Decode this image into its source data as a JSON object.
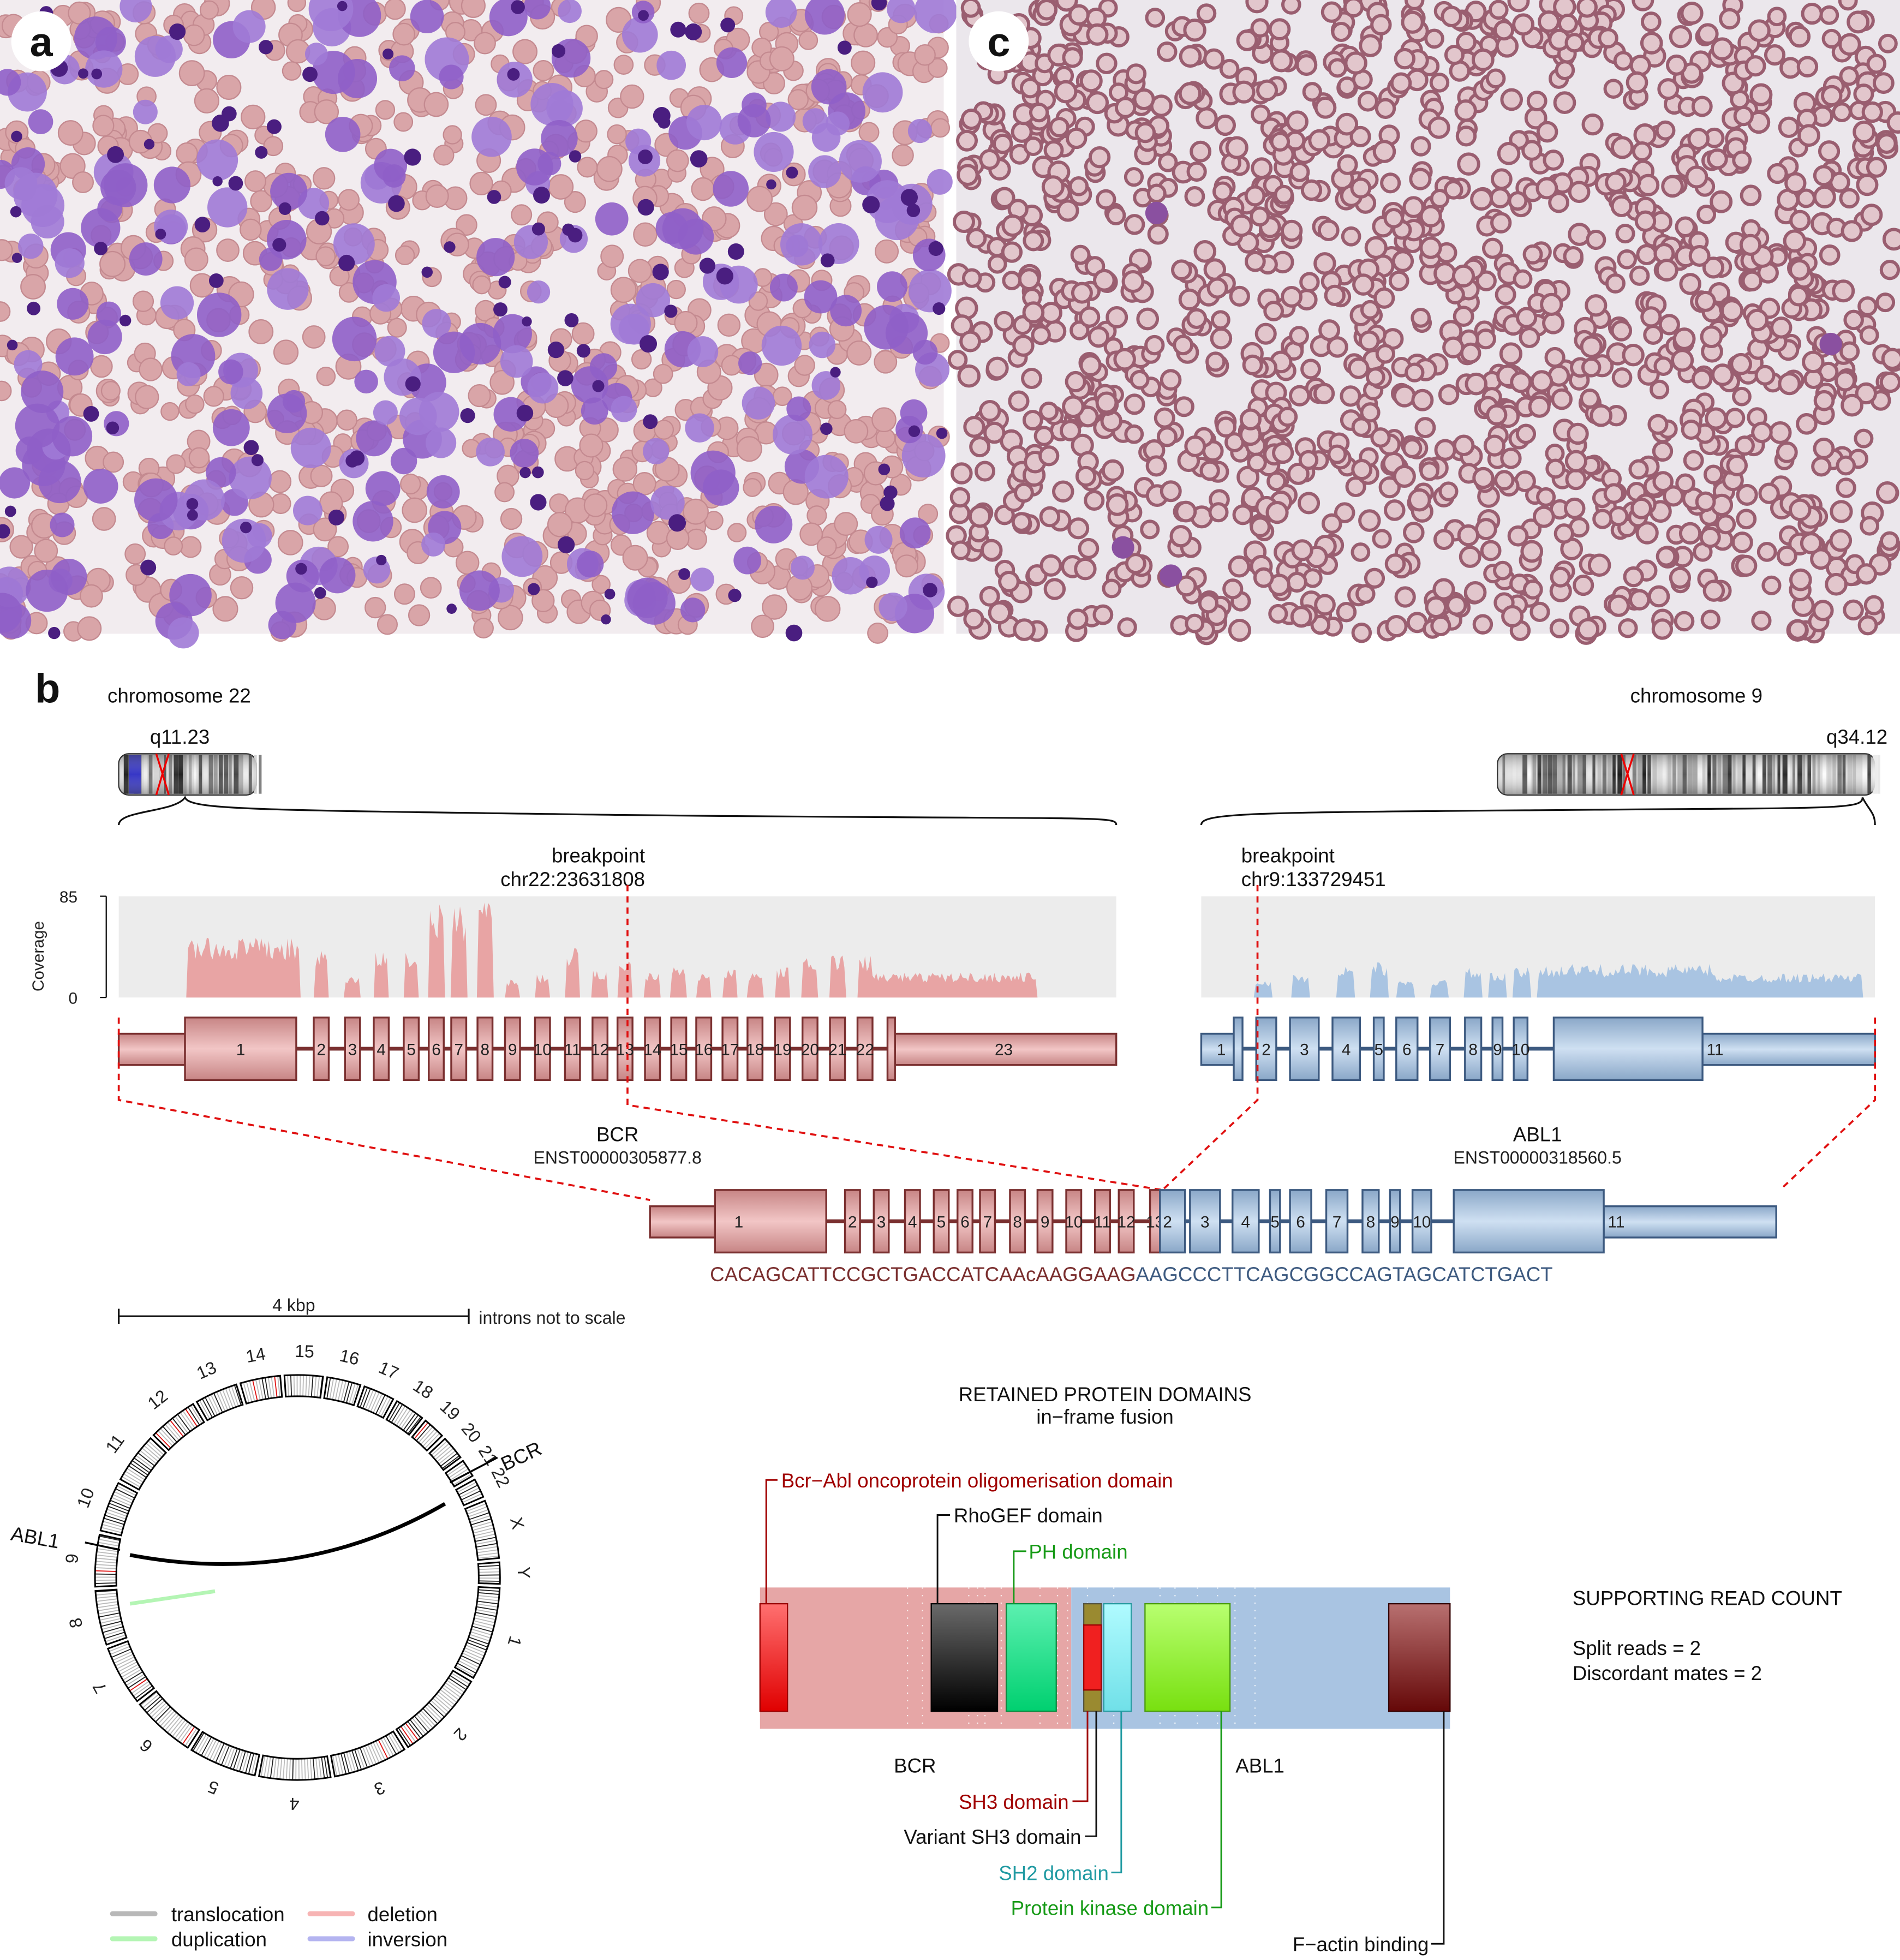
{
  "panels": {
    "a": "a",
    "b": "b",
    "c": "c"
  },
  "chromosomes": {
    "left_title": "chromosome 22",
    "left_band": "q11.23",
    "right_title": "chromosome 9",
    "right_band": "q34.12"
  },
  "breakpoints": {
    "label": "breakpoint",
    "left": "chr22:23631808",
    "right": "chr9:133729451"
  },
  "coverage": {
    "axis_label": "Coverage",
    "max_tick": "85",
    "min_tick": "0"
  },
  "genes": {
    "bcr": {
      "name": "BCR",
      "transcript": "ENST00000305877.8",
      "exons": [
        "1",
        "2",
        "3",
        "4",
        "5",
        "6",
        "7",
        "8",
        "9",
        "10",
        "11",
        "12",
        "13",
        "14",
        "15",
        "16",
        "17",
        "18",
        "19",
        "20",
        "21",
        "22",
        "23"
      ]
    },
    "abl1": {
      "name": "ABL1",
      "transcript": "ENST00000318560.5",
      "exons": [
        "1",
        "2",
        "3",
        "4",
        "5",
        "6",
        "7",
        "8",
        "9",
        "10",
        "11"
      ]
    }
  },
  "fusion": {
    "bcr_exons": [
      "1",
      "2",
      "3",
      "4",
      "5",
      "6",
      "7",
      "8",
      "9",
      "10",
      "11",
      "12",
      "13"
    ],
    "abl1_exons": [
      "2",
      "3",
      "4",
      "5",
      "6",
      "7",
      "8",
      "9",
      "10",
      "11"
    ],
    "sequence_bcr": "CACAGCATTCCGCTGACCATCAAcAAGGAAG",
    "sequence_abl1": "AAGCCCTTCAGCGGCCAGTAGCATCTGACT"
  },
  "scale": {
    "bar_label": "4 kbp",
    "note": "introns not to scale"
  },
  "circos": {
    "chromosomes": [
      "1",
      "2",
      "3",
      "4",
      "5",
      "6",
      "7",
      "8",
      "9",
      "10",
      "11",
      "12",
      "13",
      "14",
      "15",
      "16",
      "17",
      "18",
      "19",
      "20",
      "21",
      "22",
      "X",
      "Y"
    ],
    "gene_left": "ABL1",
    "gene_right": "BCR"
  },
  "legend": {
    "translocation": "translocation",
    "duplication": "duplication",
    "deletion": "deletion",
    "inversion": "inversion",
    "colors": {
      "translocation": "#b8b8b8",
      "duplication": "#b4f5b4",
      "deletion": "#f7b4b4",
      "inversion": "#b4b4f0"
    }
  },
  "domains": {
    "title": "RETAINED PROTEIN DOMAINS",
    "subtitle": "in−frame fusion",
    "bcr_label": "BCR",
    "abl1_label": "ABL1",
    "items": {
      "oligo": "Bcr−Abl oncoprotein oligomerisation domain",
      "rhogef": "RhoGEF domain",
      "ph": "PH domain",
      "sh3": "SH3 domain",
      "variant_sh3": "Variant SH3 domain",
      "sh2": "SH2 domain",
      "kinase": "Protein kinase domain",
      "factin": "F−actin binding"
    },
    "colors": {
      "bcr": "#e6a6a6",
      "abl1": "#a9c4e2"
    }
  },
  "reads": {
    "title": "SUPPORTING READ COUNT",
    "split": "Split reads = 2",
    "discordant": "Discordant mates = 2"
  }
}
